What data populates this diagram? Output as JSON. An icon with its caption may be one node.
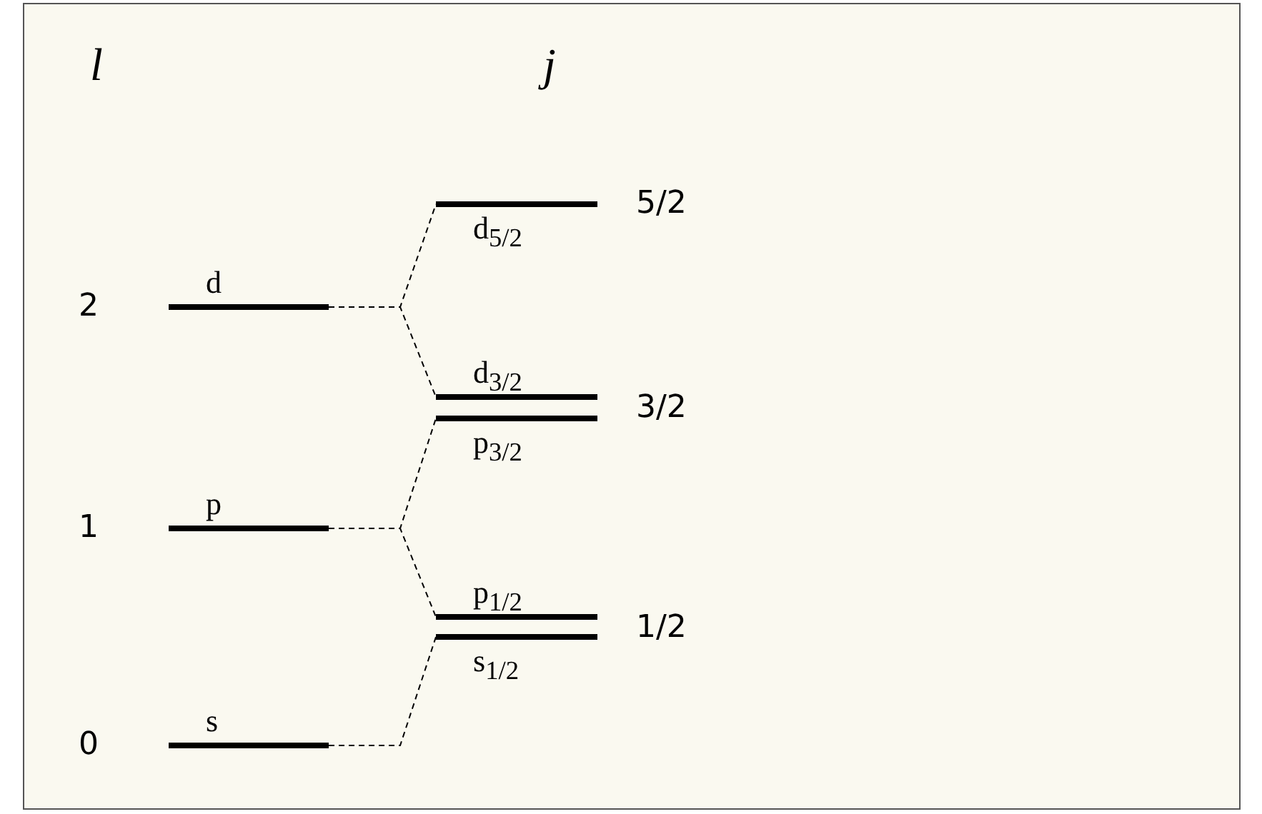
{
  "diagram": {
    "nodes": [
      {
        "text": [
          "d"
        ]
      },
      {
        "text": [
          "p"
        ]
      },
      {
        "text": [
          "s"
        ]
      },
      {
        "text": [
          "d$_{5/2}$"
        ]
      },
      {
        "text": [
          "d$_{3/2}$"
        ]
      },
      {
        "text": [
          "p$_{3/2}$"
        ]
      },
      {
        "text": [
          "p$_{1/2}$"
        ]
      },
      {
        "text": [
          "s$_{1/2}$"
        ]
      }
    ],
    "edges": [
      {
        "from": 0,
        "to": 3,
        "arrow": "none",
        "style": "dashed"
      },
      {
        "from": 0,
        "to": 4,
        "arrow": "none",
        "style": "dashed"
      },
      {
        "from": 1,
        "to": 5,
        "arrow": "none",
        "style": "dashed"
      },
      {
        "from": 1,
        "to": 6,
        "arrow": "none",
        "style": "dashed"
      },
      {
        "from": 2,
        "to": 7,
        "arrow": "none",
        "style": "dashed"
      }
    ],
    "labels": [
      "l",
      "j",
      "5/2",
      "2",
      "3/2",
      "1",
      "1/2",
      "0"
    ]
  }
}
